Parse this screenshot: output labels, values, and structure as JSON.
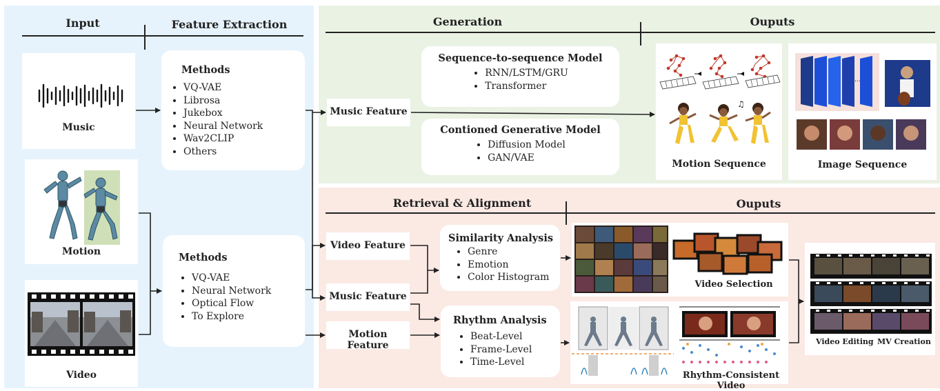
{
  "headers": {
    "input": "Input",
    "feature_extraction": "Feature Extraction",
    "generation": "Generation",
    "outputs_top": "Ouputs",
    "retrieval": "Retrieval & Alignment",
    "outputs_bottom": "Ouputs"
  },
  "inputs": {
    "music": "Music",
    "motion": "Motion",
    "video": "Video"
  },
  "methods_top": {
    "title": "Methods",
    "items": [
      "VQ-VAE",
      "Librosa",
      "Jukebox",
      "Neural Network",
      "Wav2CLIP",
      "Others"
    ]
  },
  "methods_bottom": {
    "title": "Methods",
    "items": [
      "VQ-VAE",
      "Neural Network",
      "Optical Flow",
      "To Explore"
    ]
  },
  "generation": {
    "music_feature": "Music Feature",
    "seq2seq": {
      "title": "Sequence-to-sequence Model",
      "items": [
        "RNN/LSTM/GRU",
        "Transformer"
      ]
    },
    "conditioned": {
      "title": "Contioned Generative Model",
      "items": [
        "Diffusion Model",
        "GAN/VAE"
      ]
    },
    "motion_sequence": "Motion Sequence",
    "image_sequence": "Image Sequence"
  },
  "retrieval": {
    "video_feature": "Video Feature",
    "music_feature": "Music Feature",
    "motion_feature": "Motion Feature",
    "similarity": {
      "title": "Similarity Analysis",
      "items": [
        "Genre",
        "Emotion",
        "Color Histogram"
      ]
    },
    "rhythm": {
      "title": "Rhythm Analysis",
      "items": [
        "Beat-Level",
        "Frame-Level",
        "Time-Level"
      ]
    },
    "video_selection": "Video Selection",
    "rhythm_video": "Rhythm-Consistent Video",
    "video_editing": "Video Editing",
    "mv_creation": "MV Creation"
  },
  "colors": {
    "left_panel": "#e6f3fc",
    "top_panel": "#eaf2e4",
    "bottom_panel": "#fbe9e4",
    "line": "#222222"
  }
}
